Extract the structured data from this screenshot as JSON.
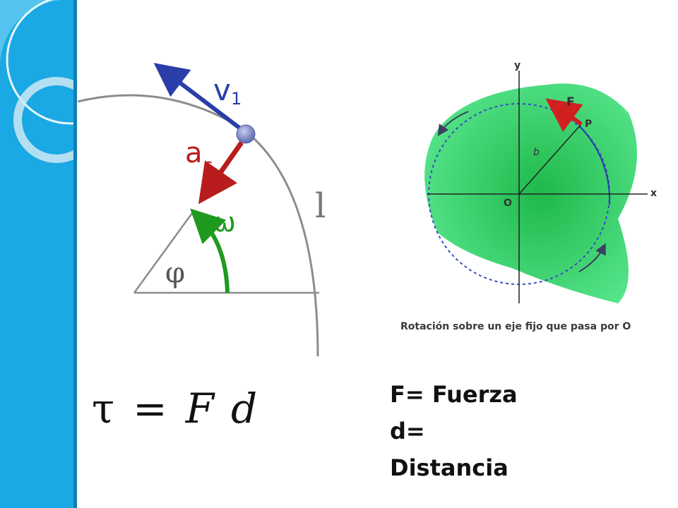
{
  "left_figure": {
    "velocity_label": "v",
    "velocity_subscript": "1",
    "accel_label": "a",
    "accel_subscript": "c",
    "omega_label": "ω",
    "angle_label": "φ",
    "radius_label": "l",
    "colors": {
      "velocity": "#2a3ea8",
      "acceleration": "#b81c1c",
      "omega": "#1f9a1f",
      "circle": "#8c8c8c"
    }
  },
  "right_figure": {
    "axis_y": "y",
    "axis_x": "x",
    "origin_label": "O",
    "point_label": "P",
    "force_label": "F",
    "lever_label": "b",
    "caption": "Rotación sobre un eje fijo que pasa por O",
    "colors": {
      "body": "#3fe07a",
      "force": "#d02020",
      "dashed_circle": "#3b4cc0"
    }
  },
  "formula": {
    "tau": "τ",
    "equals": "=",
    "force_var": "F",
    "distance_var": "d"
  },
  "legend": {
    "line1": "F= Fuerza",
    "line2": "d=",
    "line3": "Distancia"
  }
}
